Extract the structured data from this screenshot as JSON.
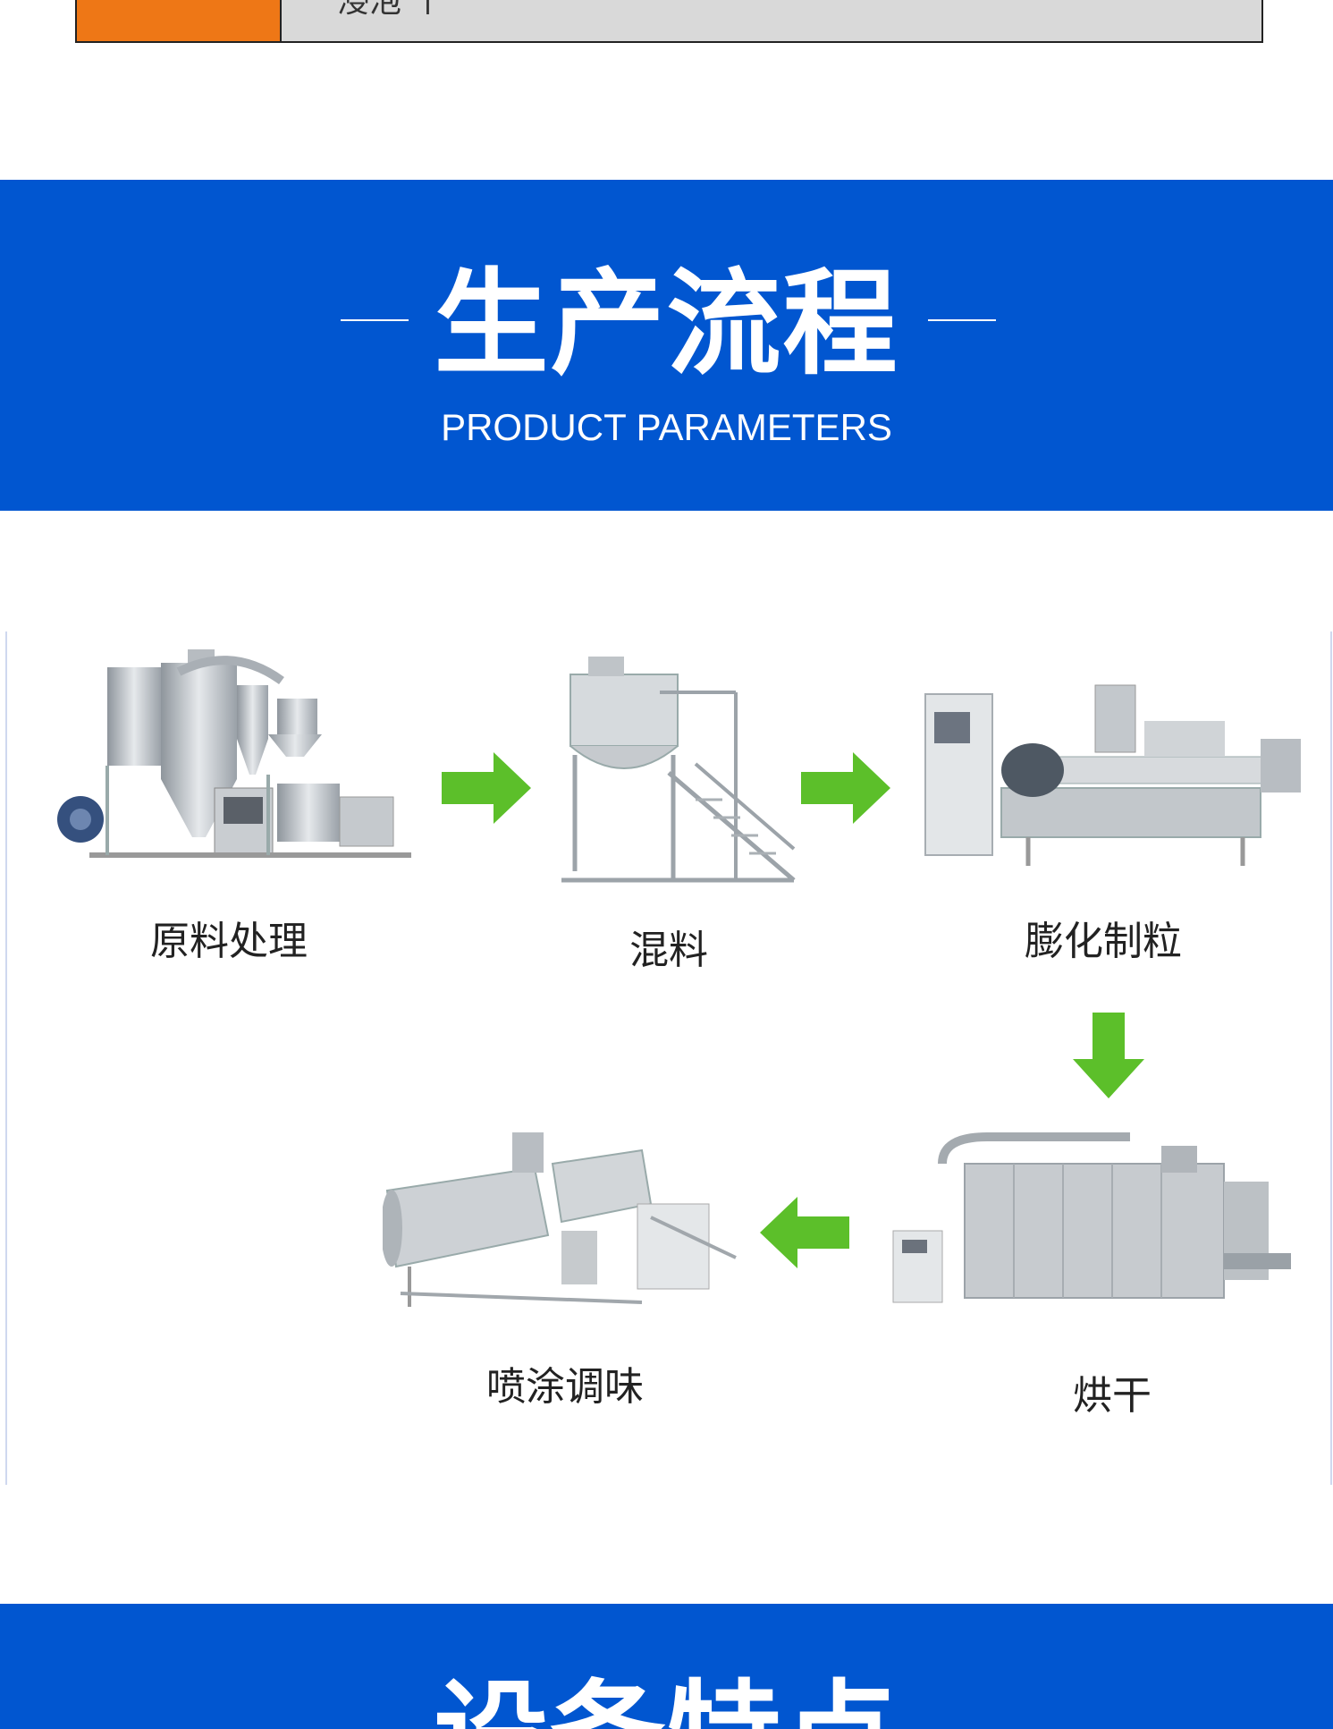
{
  "top_table": {
    "partial_cell_text": "浸泡   个"
  },
  "section1": {
    "title": "生产流程",
    "subtitle": "PRODUCT PARAMETERS"
  },
  "process": {
    "steps": [
      {
        "label": "原料处理"
      },
      {
        "label": "混料"
      },
      {
        "label": "膨化制粒"
      },
      {
        "label": "烘干"
      },
      {
        "label": "喷涂调味"
      }
    ],
    "arrow_color": "#5cbf2a"
  },
  "section2": {
    "title": "设备特点"
  },
  "colors": {
    "banner_blue": "#0156d0",
    "orange": "#ee7716",
    "gray_cell": "#d9d9d9"
  }
}
